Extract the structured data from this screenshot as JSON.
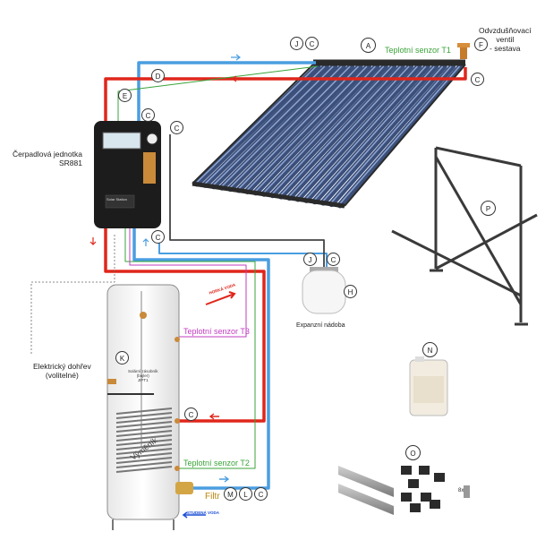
{
  "labels": {
    "valve_label": "Odvzdušňovací\nventil\n- sestava",
    "sensor_t1": "Teplotní senzor T1",
    "pump_unit": "Čerpadlová jednotka\nSR881",
    "expansion_vessel": "Expanzní nádoba",
    "electric_heater": "Elektrický dohřev\n(volitelné)",
    "sensor_t3": "Teplotní senzor T3",
    "sensor_t2": "Teplotní senzor T2",
    "filter": "Filtr",
    "hot_water": "HORKÁ VODA",
    "cold_water": "STUDENÁ VODA",
    "exchanger": "Výměník",
    "tank_text": "Solární zásobník\n(bojler)\nJIPT1",
    "pump_brand": "Solar Station",
    "bracket_count": "8x"
  },
  "markers": {
    "A": "A",
    "C": "C",
    "D": "D",
    "E": "E",
    "F": "F",
    "H": "H",
    "J": "J",
    "K": "K",
    "L": "L",
    "M": "M",
    "N": "N",
    "O": "O",
    "P": "P"
  },
  "colors": {
    "hot_pipe": "#e0261b",
    "cold_pipe": "#4a9ee0",
    "sensor_green": "#3aa33a",
    "sensor_magenta": "#c23cc2",
    "collector_frame": "#2a2a2a",
    "tube": "#3b4f7a"
  }
}
